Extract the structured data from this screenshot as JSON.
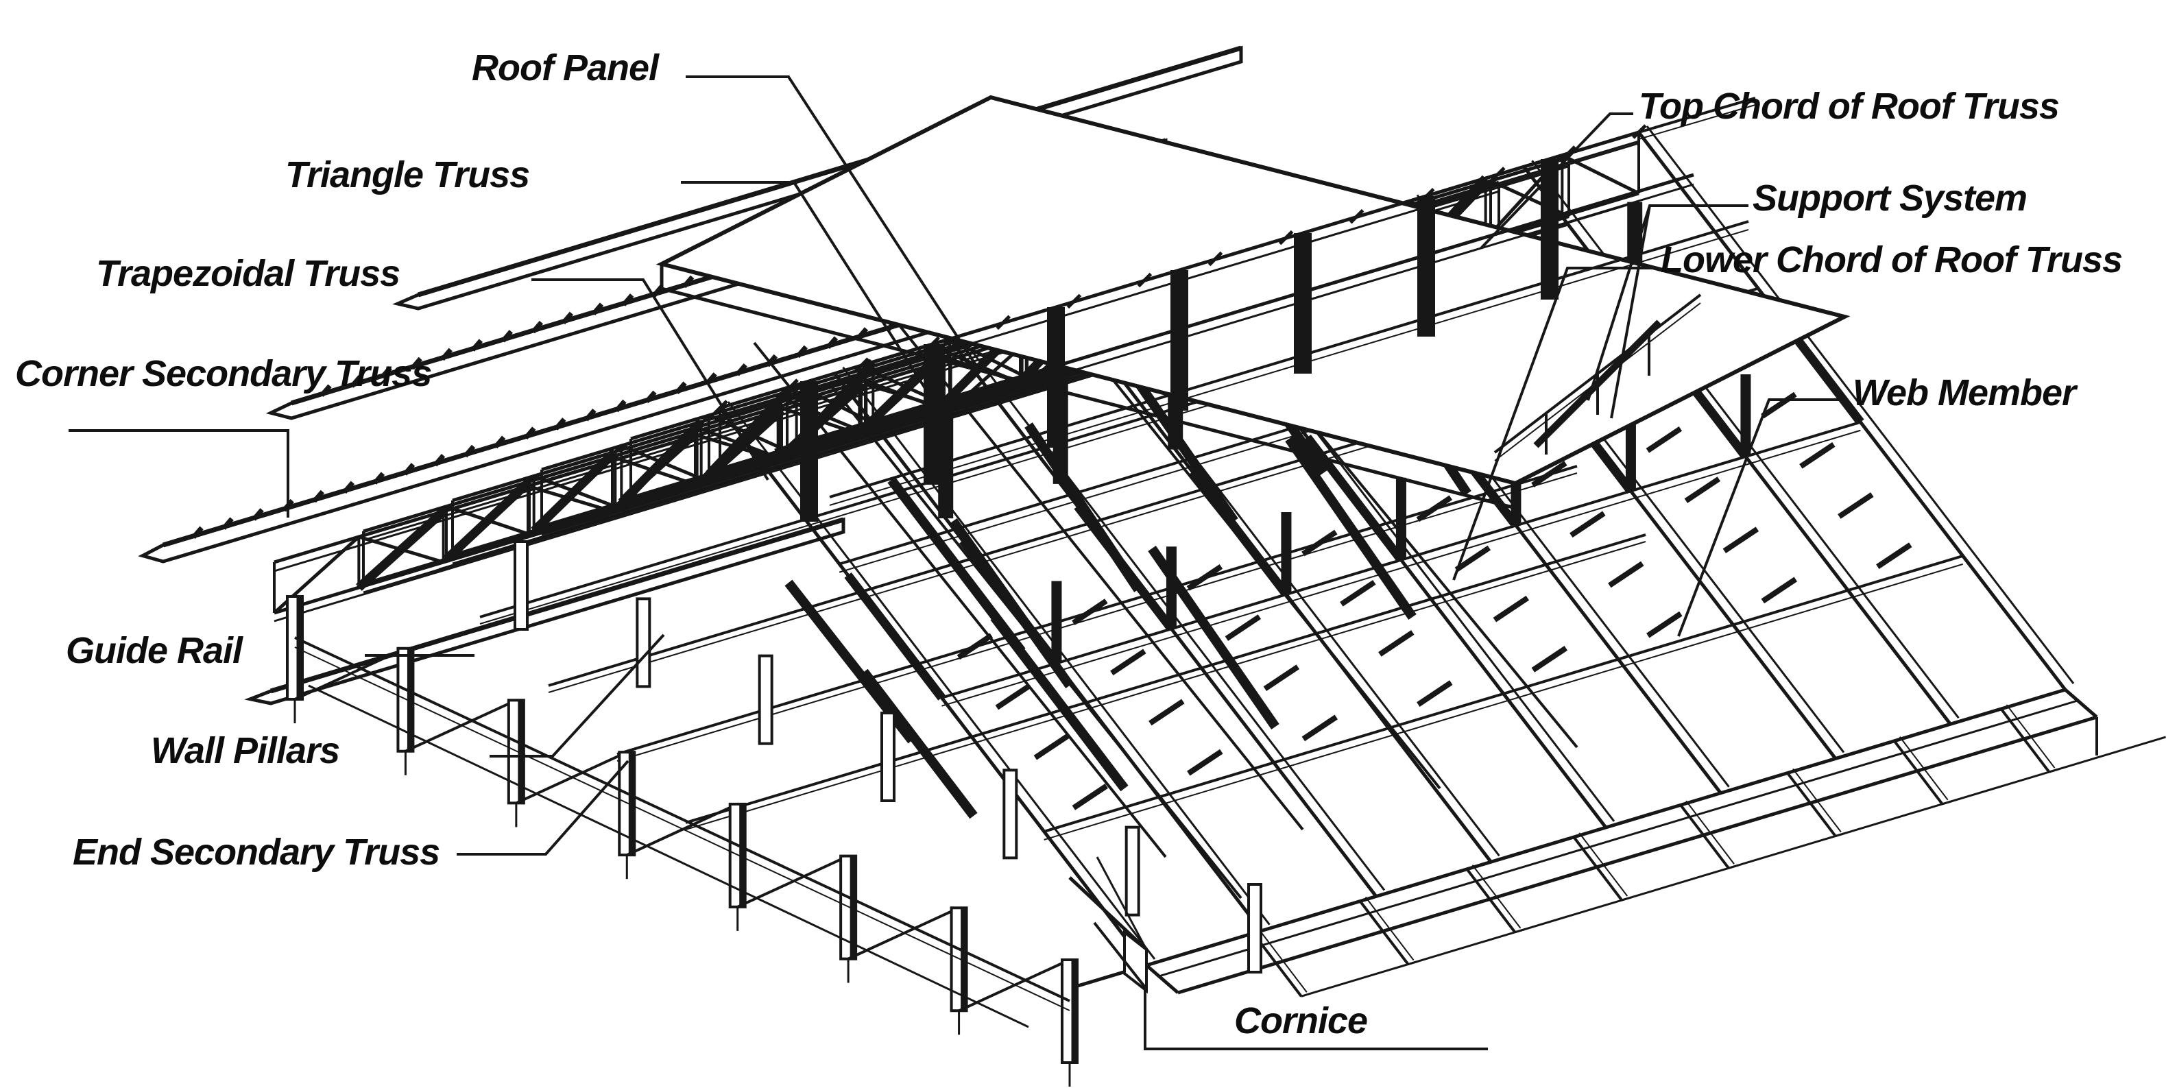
{
  "figure": {
    "title": "Annotated axonometric diagram of a steel roof truss structure",
    "background_color": "#ffffff",
    "line_color": "#171717",
    "label_color": "#0d0d0d"
  },
  "labels": {
    "roof_panel": "Roof Panel",
    "triangle_truss": "Triangle Truss",
    "trapezoidal_truss": "Trapezoidal Truss",
    "corner_secondary_truss": "Corner Secondary Truss",
    "guide_rail": "Guide Rail",
    "wall_pillars": "Wall Pillars",
    "end_secondary_truss": "End Secondary Truss",
    "top_chord_of_roof_truss": "Top Chord of Roof Truss",
    "support_system": "Support System",
    "lower_chord_of_roof_truss": "Lower Chord of Roof Truss",
    "web_member": "Web Member",
    "cornice": "Cornice"
  }
}
